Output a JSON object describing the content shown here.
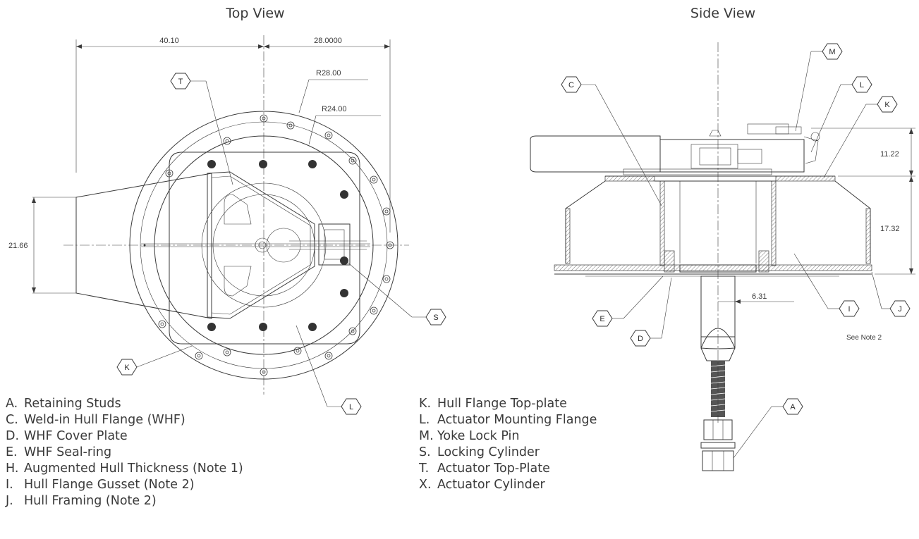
{
  "views": {
    "top_title": "Top View",
    "side_title": "Side View"
  },
  "dimensions": {
    "top_width_left": "40.10",
    "top_width_right": "28.0000",
    "outer_radius": "R28.00",
    "inner_radius": "R24.00",
    "height": "21.66",
    "side_upper": "11.22",
    "side_lower": "17.32",
    "side_offset": "6.31"
  },
  "notes": {
    "see_note": "See Note 2"
  },
  "callouts": {
    "T": "T",
    "S": "S",
    "K": "K",
    "L": "L",
    "M": "M",
    "L2": "L",
    "K2": "K",
    "C": "C",
    "E": "E",
    "D": "D",
    "I": "I",
    "J": "J",
    "A": "A"
  },
  "legend_left": [
    {
      "key": "A.",
      "label": "Retaining Studs"
    },
    {
      "key": "C.",
      "label": "Weld-in Hull Flange (WHF)"
    },
    {
      "key": "D.",
      "label": "WHF Cover Plate"
    },
    {
      "key": "E.",
      "label": "WHF Seal-ring"
    },
    {
      "key": "H.",
      "label": "Augmented Hull Thickness (Note 1)"
    },
    {
      "key": "I.",
      "label": "Hull Flange Gusset (Note 2)"
    },
    {
      "key": "J.",
      "label": "Hull Framing (Note 2)"
    }
  ],
  "legend_right": [
    {
      "key": "K.",
      "label": "Hull Flange Top-plate"
    },
    {
      "key": "L.",
      "label": "Actuator Mounting Flange"
    },
    {
      "key": "M.",
      "label": "Yoke Lock Pin"
    },
    {
      "key": "S.",
      "label": "Locking Cylinder"
    },
    {
      "key": "T.",
      "label": "Actuator Top-Plate"
    },
    {
      "key": "X.",
      "label": "Actuator Cylinder"
    }
  ]
}
